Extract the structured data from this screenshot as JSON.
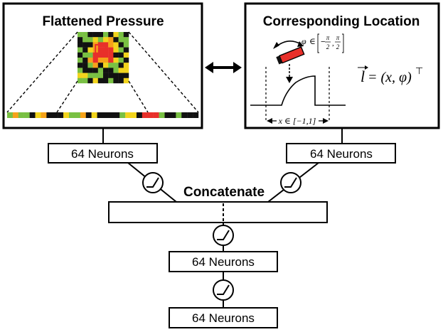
{
  "panels": {
    "pressure": {
      "title": "Flattened Pressure"
    },
    "location": {
      "title": "Corresponding Location",
      "phi_range": "φ ∈ [−π/2, π/2]",
      "phi_symbol": "φ",
      "phi_in": "∈",
      "phi_lo_num": "π",
      "phi_lo_den": "2",
      "phi_hi_num": "π",
      "phi_hi_den": "2",
      "x_range": "x ∈ [−1,1]",
      "vector": "l⃗ = (x, φ)⊤",
      "vec_lhs": "l",
      "vec_eq": " = (x, φ)",
      "vec_sup": "⊤"
    }
  },
  "layers": {
    "left_neurons": "64 Neurons",
    "right_neurons": "64 Neurons",
    "concat_label": "Concatenate",
    "neurons_1": "64 Neurons",
    "neurons_2": "64 Neurons"
  },
  "colors": {
    "line": "#000000",
    "sensor_red": "#e8302a",
    "sensor_orange": "#f5a21a",
    "sensor_yellow": "#f2d41c",
    "sensor_green": "#79c043",
    "sensor_dark": "#111111"
  },
  "icons": [
    "activation-icon",
    "double-arrow-icon",
    "sensor-bar-icon",
    "rotation-arrow-icon"
  ]
}
